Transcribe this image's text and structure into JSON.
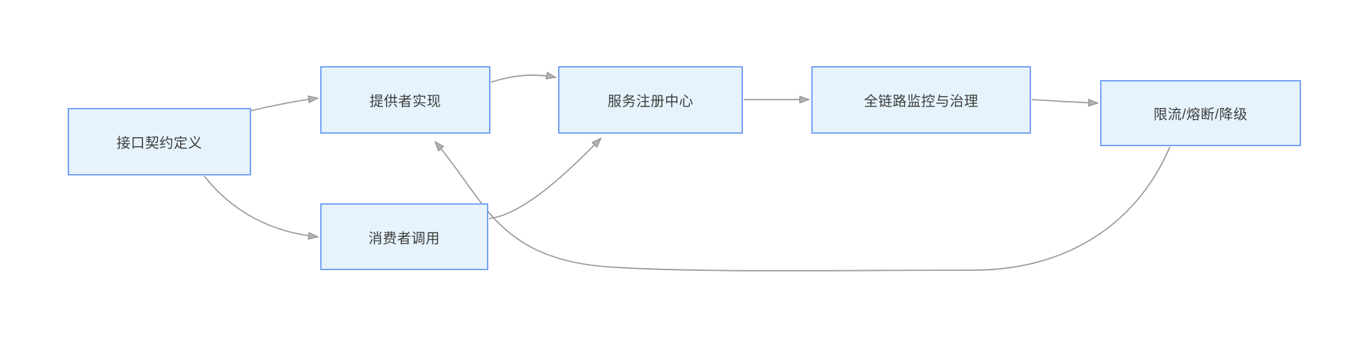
{
  "diagram": {
    "colors": {
      "canvas_bg": "#ffffff",
      "node_fill": "#e6f3fc",
      "node_border": "#74a0f5",
      "text_color": "#3d3d3d",
      "edge_color": "#9b9b9b",
      "arrow_fill": "#b3b3b3",
      "arrow_stroke": "#8c8c8c"
    },
    "nodes": [
      {
        "id": "contract",
        "label": "接口契约定义"
      },
      {
        "id": "provider",
        "label": "提供者实现"
      },
      {
        "id": "consumer",
        "label": "消费者调用"
      },
      {
        "id": "registry",
        "label": "服务注册中心"
      },
      {
        "id": "monitor",
        "label": "全链路监控与治理"
      },
      {
        "id": "limit",
        "label": "限流/熔断/降级"
      }
    ],
    "edges": [
      {
        "from": "contract",
        "to": "provider"
      },
      {
        "from": "contract",
        "to": "consumer"
      },
      {
        "from": "provider",
        "to": "registry"
      },
      {
        "from": "consumer",
        "to": "registry"
      },
      {
        "from": "registry",
        "to": "monitor"
      },
      {
        "from": "monitor",
        "to": "limit"
      },
      {
        "from": "limit",
        "to": "provider"
      }
    ]
  }
}
